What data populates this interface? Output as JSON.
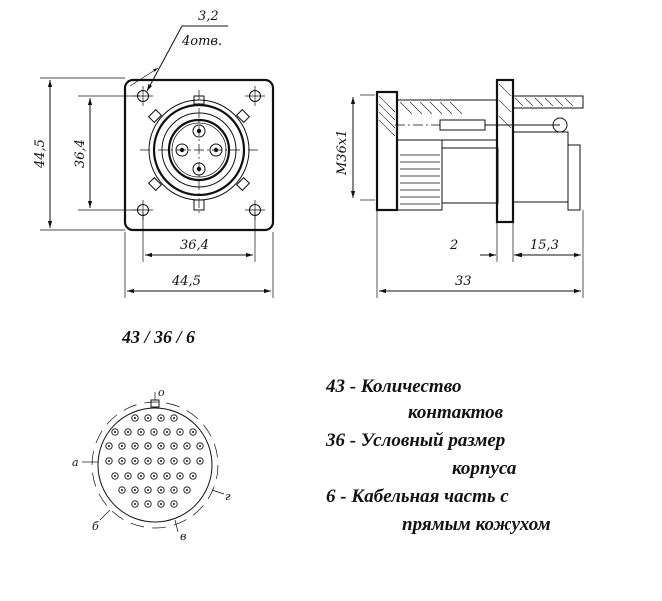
{
  "dimensions": {
    "hole_diameter": "3,2",
    "hole_count": "4отв.",
    "height_outer": "44,5",
    "height_inner": "36,4",
    "width_inner": "36,4",
    "width_outer": "44,5",
    "thread": "M36x1",
    "side_small": "2",
    "side_mid": "15,3",
    "side_total": "33"
  },
  "code": "43 / 36 / 6",
  "pin_labels": {
    "top": "o",
    "left": "a",
    "right": "г",
    "bottom_left": "б",
    "bottom_right": "в"
  },
  "legend": [
    {
      "line1": "43 - Количество",
      "line2": "контактов"
    },
    {
      "line1": "36 - Условный размер",
      "line2": "корпуса"
    },
    {
      "line1": "6 - Кабельная часть с",
      "line2": "прямым кожухом"
    }
  ]
}
